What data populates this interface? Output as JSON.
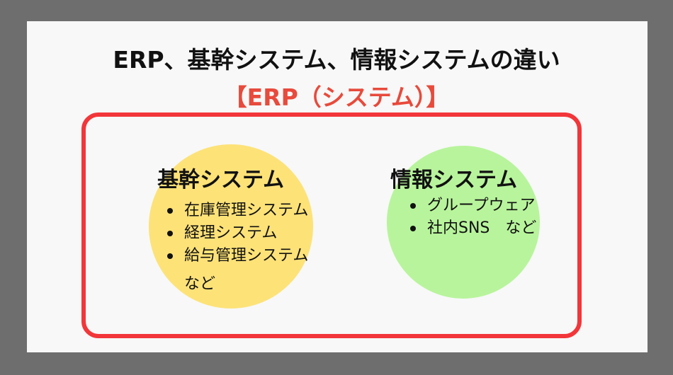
{
  "slide": {
    "title": "ERP、基幹システム、情報システムの違い",
    "subtitle": "【ERP（システム）】",
    "colors": {
      "frame": "#f2363a",
      "subtitle": "#e84a3c",
      "kikan_circle": "#fde278",
      "joho_circle": "#b8f49c"
    }
  },
  "kikan": {
    "heading": "基幹システム",
    "items": [
      "在庫管理システム",
      "経理システム",
      "給与管理システム"
    ],
    "continuation": "など"
  },
  "joho": {
    "heading": "情報システム",
    "items": [
      "グループウェア",
      "社内SNS　など"
    ]
  }
}
